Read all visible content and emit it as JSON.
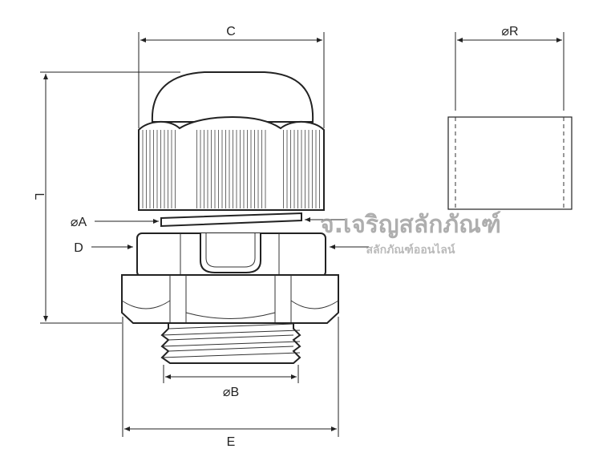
{
  "labels": {
    "C": "C",
    "R": "⌀R",
    "L": "L",
    "A": "⌀A",
    "D": "D",
    "B": "⌀B",
    "E": "E"
  },
  "watermark": {
    "main": "จ.เจริญสลักภัณฑ์",
    "sub": "สลักภัณฑ์ออนไลน์"
  }
}
